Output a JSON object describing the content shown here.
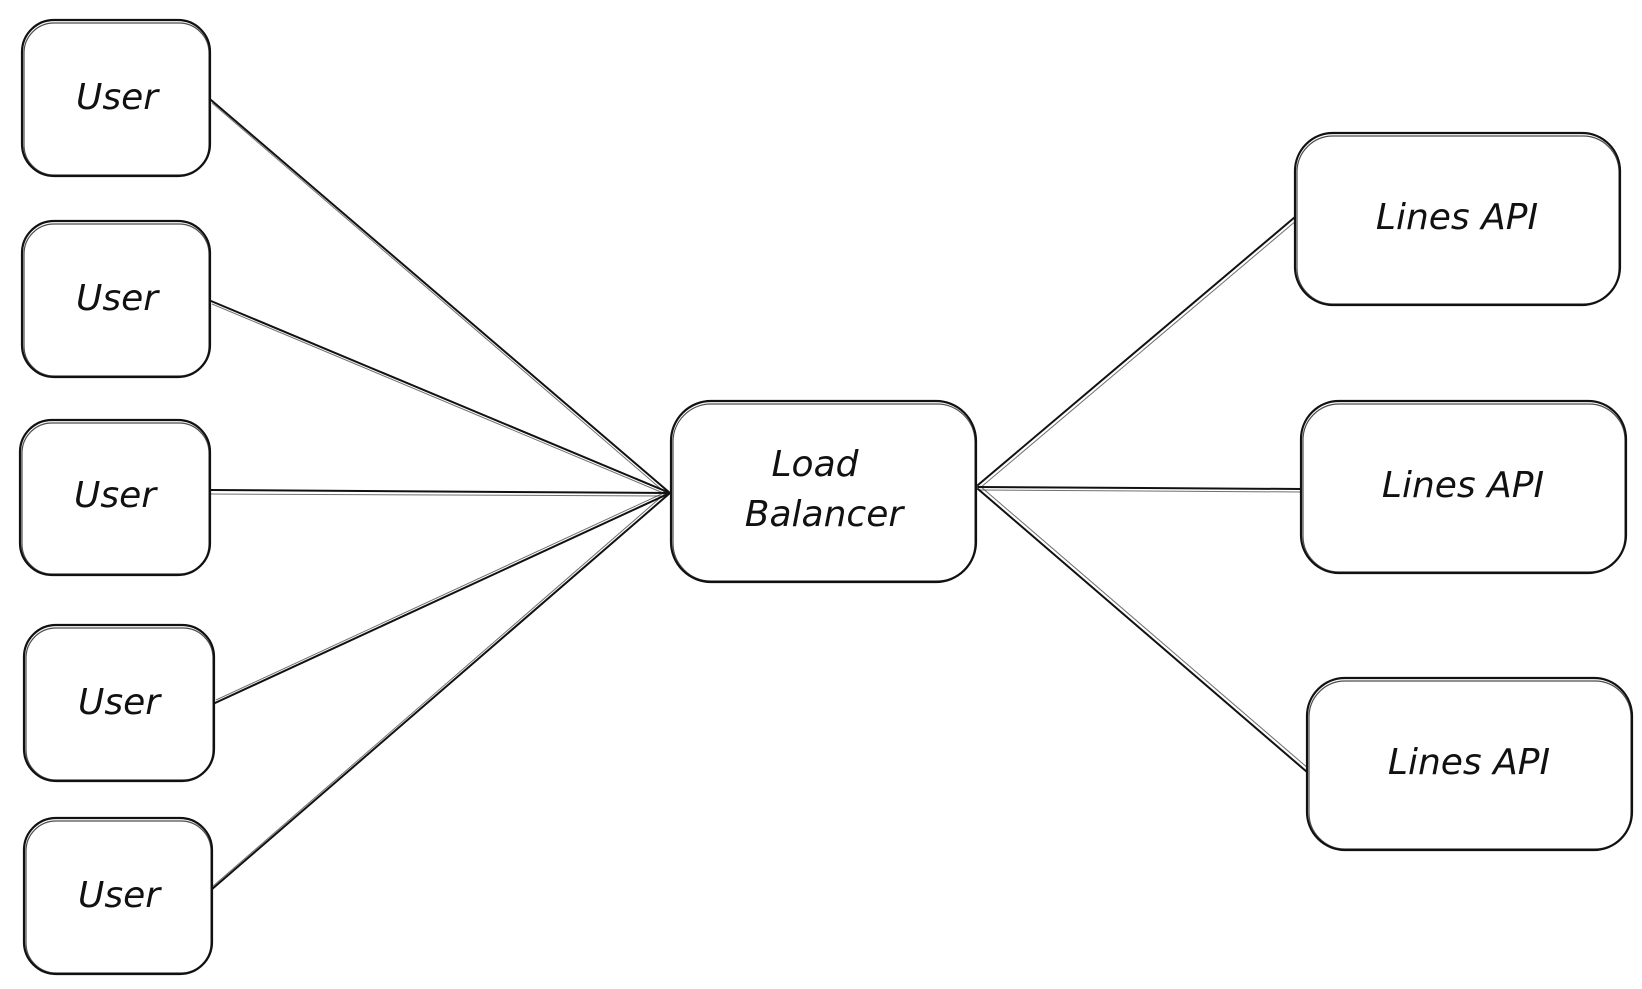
{
  "users": [
    {
      "label": "User"
    },
    {
      "label": "User"
    },
    {
      "label": "User"
    },
    {
      "label": "User"
    },
    {
      "label": "User"
    }
  ],
  "load_balancer": {
    "label_lines": [
      "Load",
      "Balancer"
    ]
  },
  "apis": [
    {
      "label": "Lines API"
    },
    {
      "label": "Lines API"
    },
    {
      "label": "Lines API"
    }
  ],
  "colors": {
    "stroke": "#111111",
    "background": "#ffffff"
  }
}
